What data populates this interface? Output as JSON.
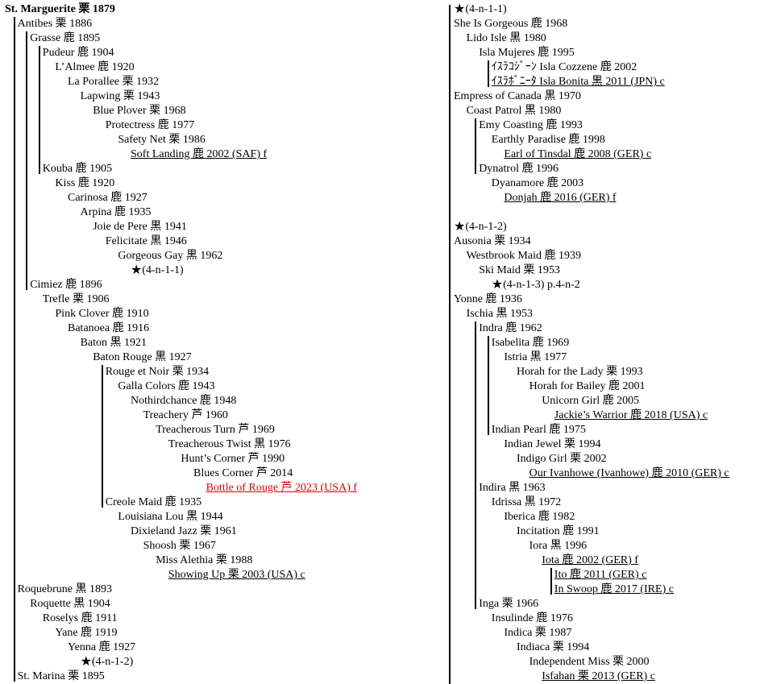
{
  "left": [
    {
      "d": 0,
      "t": "St. Marguerite 栗 1879",
      "bold": true
    },
    {
      "d": 1,
      "t": "Antibes 栗 1886"
    },
    {
      "d": 2,
      "t": "Grasse 鹿 1895"
    },
    {
      "d": 3,
      "t": "Pudeur 鹿 1904"
    },
    {
      "d": 4,
      "t": "L’Almee 鹿 1920"
    },
    {
      "d": 5,
      "t": "La Porallee 栗 1932"
    },
    {
      "d": 6,
      "t": "Lapwing 栗 1943"
    },
    {
      "d": 7,
      "t": "Blue Plover 栗 1968"
    },
    {
      "d": 8,
      "t": "Protectress 鹿 1977"
    },
    {
      "d": 9,
      "t": "Safety Net 栗 1986"
    },
    {
      "d": 10,
      "t": "Soft Landing 鹿 2002 (SAF) f",
      "u": true
    },
    {
      "d": 3,
      "t": "Kouba 鹿 1905"
    },
    {
      "d": 4,
      "t": "Kiss 鹿 1920"
    },
    {
      "d": 5,
      "t": "Carinosa 鹿 1927"
    },
    {
      "d": 6,
      "t": "Arpina 鹿 1935"
    },
    {
      "d": 7,
      "t": "Joie de Pere 黒 1941"
    },
    {
      "d": 8,
      "t": "Felicitate 黒 1946"
    },
    {
      "d": 9,
      "t": "Gorgeous Gay 黒 1962"
    },
    {
      "d": 10,
      "t": "(4-n-1-1)",
      "star": true
    },
    {
      "d": 2,
      "t": "Cimiez 鹿 1896"
    },
    {
      "d": 3,
      "t": "Trefle 栗 1906"
    },
    {
      "d": 4,
      "t": "Pink Clover 鹿 1910"
    },
    {
      "d": 5,
      "t": "Batanoea 鹿 1916"
    },
    {
      "d": 6,
      "t": "Baton 黒 1921"
    },
    {
      "d": 7,
      "t": "Baton Rouge 黒 1927"
    },
    {
      "d": 8,
      "t": "Rouge et Noir 栗 1934"
    },
    {
      "d": 9,
      "t": "Galla Colors 鹿 1943"
    },
    {
      "d": 10,
      "t": "Nothirdchance 鹿 1948"
    },
    {
      "d": 11,
      "t": "Treachery 芦 1960"
    },
    {
      "d": 12,
      "t": "Treacherous Turn 芦 1969"
    },
    {
      "d": 13,
      "t": "Treacherous Twist 黒 1976"
    },
    {
      "d": 14,
      "t": "Hunt’s Corner 芦 1990"
    },
    {
      "d": 15,
      "t": "Blues Corner 芦 2014"
    },
    {
      "d": 16,
      "t": "Bottle of Rouge 芦 2023 (USA) f",
      "u": true,
      "red": true
    },
    {
      "d": 8,
      "t": "Creole Maid 鹿 1935"
    },
    {
      "d": 9,
      "t": "Louisiana Lou 黒 1944"
    },
    {
      "d": 10,
      "t": "Dixieland Jazz 栗 1961"
    },
    {
      "d": 11,
      "t": "Shoosh 栗 1967"
    },
    {
      "d": 12,
      "t": "Miss Alethia 栗 1988"
    },
    {
      "d": 13,
      "t": "Showing Up 栗 2003 (USA) c",
      "u": true
    },
    {
      "d": 1,
      "t": "Roquebrune 黒 1893"
    },
    {
      "d": 2,
      "t": "Roquette 黒 1904"
    },
    {
      "d": 3,
      "t": "Roselys 鹿 1911"
    },
    {
      "d": 4,
      "t": "Yane 鹿 1919"
    },
    {
      "d": 5,
      "t": "Yenna 鹿 1927"
    },
    {
      "d": 6,
      "t": "(4-n-1-2)",
      "star": true
    },
    {
      "d": 1,
      "t": "St. Marina 栗 1895"
    }
  ],
  "right": [
    {
      "d": 0,
      "t": "(4-n-1-1)",
      "star": true
    },
    {
      "d": 0,
      "t": "She Is Gorgeous 鹿 1968"
    },
    {
      "d": 1,
      "t": "Lido Isle 黒 1980"
    },
    {
      "d": 2,
      "t": "Isla Mujeres 鹿 1995"
    },
    {
      "d": 3,
      "t": "ｲｽﾗｺｼﾞｰﾝ Isla Cozzene 鹿 2002"
    },
    {
      "d": 3,
      "t": "ｲｽﾗﾎﾞﾆｰﾀ Isla Bonita 黒 2011 (JPN) c",
      "u": true
    },
    {
      "d": 0,
      "t": "Empress of Canada 黒 1970"
    },
    {
      "d": 1,
      "t": "Coast Patrol 黒 1980"
    },
    {
      "d": 2,
      "t": "Emy Coasting 鹿 1993"
    },
    {
      "d": 3,
      "t": "Earthly Paradise 鹿 1998"
    },
    {
      "d": 4,
      "t": "Earl of Tinsdal 鹿 2008 (GER) c",
      "u": true
    },
    {
      "d": 2,
      "t": "Dynatrol 鹿 1996"
    },
    {
      "d": 3,
      "t": "Dyanamore 鹿 2003"
    },
    {
      "d": 4,
      "t": "Donjah 鹿 2016 (GER) f",
      "u": true
    },
    {
      "d": 0,
      "t": "",
      "blank": true
    },
    {
      "d": 0,
      "t": "(4-n-1-2)",
      "star": true
    },
    {
      "d": 0,
      "t": "Ausonia 栗 1934"
    },
    {
      "d": 1,
      "t": "Westbrook Maid 鹿 1939"
    },
    {
      "d": 2,
      "t": "Ski Maid 栗 1953"
    },
    {
      "d": 3,
      "t": "(4-n-1-3) p.4-n-2",
      "star": true
    },
    {
      "d": 0,
      "t": "Yonne 鹿 1936"
    },
    {
      "d": 1,
      "t": "Ischia 黒 1953"
    },
    {
      "d": 2,
      "t": "Indra 鹿 1962"
    },
    {
      "d": 3,
      "t": "Isabelita 鹿 1969"
    },
    {
      "d": 4,
      "t": "Istria 黒 1977"
    },
    {
      "d": 5,
      "t": "Horah for the Lady 栗 1993"
    },
    {
      "d": 6,
      "t": "Horah for Bailey 鹿 2001"
    },
    {
      "d": 7,
      "t": "Unicorn Girl 鹿 2005"
    },
    {
      "d": 8,
      "t": "Jackie’s Warrior 鹿 2018 (USA) c",
      "u": true
    },
    {
      "d": 3,
      "t": "Indian Pearl 鹿 1975"
    },
    {
      "d": 4,
      "t": "Indian Jewel 栗 1994"
    },
    {
      "d": 5,
      "t": "Indigo Girl 栗 2002"
    },
    {
      "d": 6,
      "t": "Our Ivanhowe (Ivanhowe) 鹿 2010 (GER) c",
      "u": true
    },
    {
      "d": 2,
      "t": "Indira 黒 1963"
    },
    {
      "d": 3,
      "t": "Idrissa 黒 1972"
    },
    {
      "d": 4,
      "t": "Iberica 鹿 1982"
    },
    {
      "d": 5,
      "t": "Incitation 鹿 1991"
    },
    {
      "d": 6,
      "t": "Iora 黒 1996"
    },
    {
      "d": 7,
      "t": "Iota 鹿 2002 (GER) f",
      "u": true
    },
    {
      "d": 8,
      "t": "Ito 鹿 2011 (GER) c",
      "u": true
    },
    {
      "d": 8,
      "t": "In Swoop 鹿 2017 (IRE) c",
      "u": true
    },
    {
      "d": 2,
      "t": "Inga 栗 1966"
    },
    {
      "d": 3,
      "t": "Insulinde 鹿 1976"
    },
    {
      "d": 4,
      "t": "Indica 栗 1987"
    },
    {
      "d": 5,
      "t": "Indiaca 栗 1994"
    },
    {
      "d": 6,
      "t": "Independent Miss 栗 2000"
    },
    {
      "d": 7,
      "t": "Isfahan 栗 2013 (GER) c",
      "u": true
    }
  ]
}
